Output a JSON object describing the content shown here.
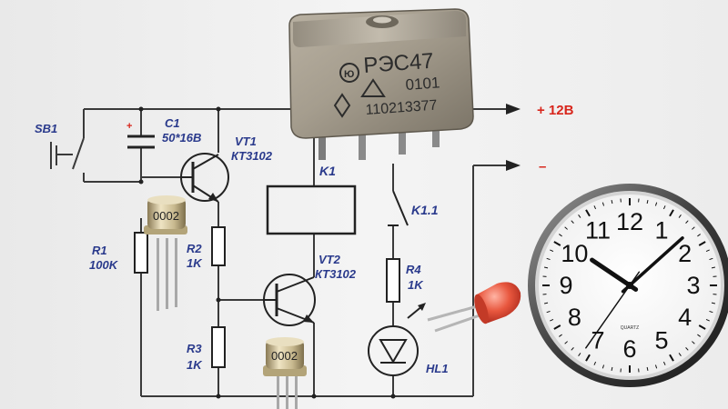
{
  "relay": {
    "model": "РЭС47",
    "code1": "0101",
    "code2": "110213377"
  },
  "power": {
    "plus": "+ 12В",
    "minus": "–"
  },
  "labels": {
    "sb1": "SB1",
    "c1_name": "C1",
    "c1_plus": "+",
    "c1_value": "50*16В",
    "vt1_name": "VT1",
    "vt1_type": "КТ3102",
    "k1": "K1",
    "k11": "K1.1",
    "vt2_name": "VT2",
    "vt2_type": "КТ3102",
    "r1_name": "R1",
    "r1_value": "100K",
    "r2_name": "R2",
    "r2_value": "1K",
    "r3_name": "R3",
    "r3_value": "1K",
    "r4_name": "R4",
    "r4_value": "1K",
    "hl1": "HL1"
  },
  "transistor_marks": {
    "top": "0002",
    "bottom": "0002"
  },
  "clock": {
    "numbers": [
      "12",
      "1",
      "2",
      "3",
      "4",
      "5",
      "6",
      "7",
      "8",
      "9",
      "10",
      "11"
    ],
    "brand": "QUARTZ",
    "time": "10:08"
  }
}
